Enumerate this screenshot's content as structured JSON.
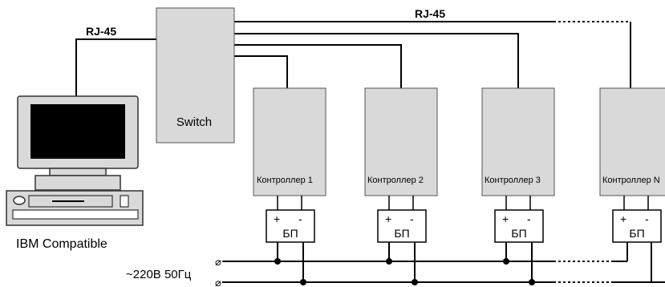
{
  "network": {
    "cable_label_left": "RJ-45",
    "cable_label_top": "RJ-45"
  },
  "switch": {
    "label": "Switch"
  },
  "computer": {
    "label": "IBM Compatible"
  },
  "controllers": [
    {
      "label": "Контроллер 1",
      "psu_label": "БП",
      "plus": "+",
      "minus": "-"
    },
    {
      "label": "Контроллер 2",
      "psu_label": "БП",
      "plus": "+",
      "minus": "-"
    },
    {
      "label": "Контроллер 3",
      "psu_label": "БП",
      "plus": "+",
      "minus": "-"
    },
    {
      "label": "Контроллер N",
      "psu_label": "БП",
      "plus": "+",
      "minus": "-"
    }
  ],
  "power": {
    "label": "~220В 50Гц",
    "terminal_symbol": "⌀"
  },
  "colors": {
    "device_fill": "#d9d9d9",
    "screen": "#000000",
    "line": "#000000"
  }
}
